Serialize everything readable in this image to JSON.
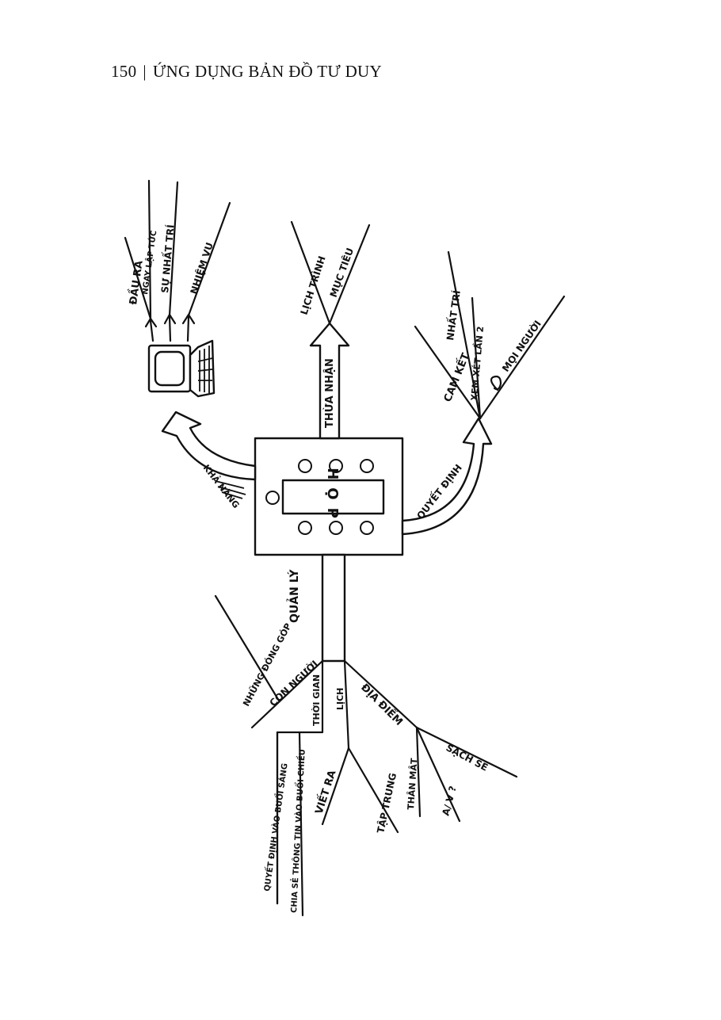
{
  "header": {
    "page_number": "150",
    "separator": "|",
    "title": "ỨNG DỤNG BẢN ĐỒ TƯ DUY"
  },
  "diagram": {
    "center": {
      "label": "HỌP"
    },
    "branches": {
      "kha_nang": {
        "label": "KHẢ NĂNG",
        "children": [
          "ĐẦU RA",
          "NGAY LẬP TỨC",
          "SỰ NHẤT TRÍ",
          "NHIỆM VỤ"
        ]
      },
      "thua_nhan": {
        "label": "THỪA NHẬN",
        "children": [
          "LỊCH TRÌNH",
          "MỤC TIÊU"
        ]
      },
      "quyet_dinh": {
        "label": "QUYẾT ĐỊNH",
        "children": [
          "CAM KẾT",
          "NHẤT TRÍ",
          "XEM XÉT LẦN 2",
          "MỌI NGƯỜI"
        ]
      },
      "quan_ly": {
        "label": "QUẢN LÝ",
        "con_nguoi": {
          "label": "CON NGƯỜI",
          "children": [
            "NHỮNG ĐÓNG GÓP"
          ]
        },
        "thoi_gian": {
          "label": "THỜI GIAN",
          "children": [
            "QUYẾT ĐỊNH VÀO BUỔI SÁNG",
            "CHIA SẺ THÔNG TIN VÀO BUỔI CHIỀU"
          ]
        },
        "lich": {
          "label": "LỊCH",
          "children": [
            "VIẾT RA",
            "TẬP TRUNG"
          ]
        },
        "dia_diem": {
          "label": "ĐỊA ĐIỂM",
          "children": [
            "THÂN MẬT",
            "A/ V ?",
            "SẠCH SẼ"
          ]
        }
      }
    }
  }
}
